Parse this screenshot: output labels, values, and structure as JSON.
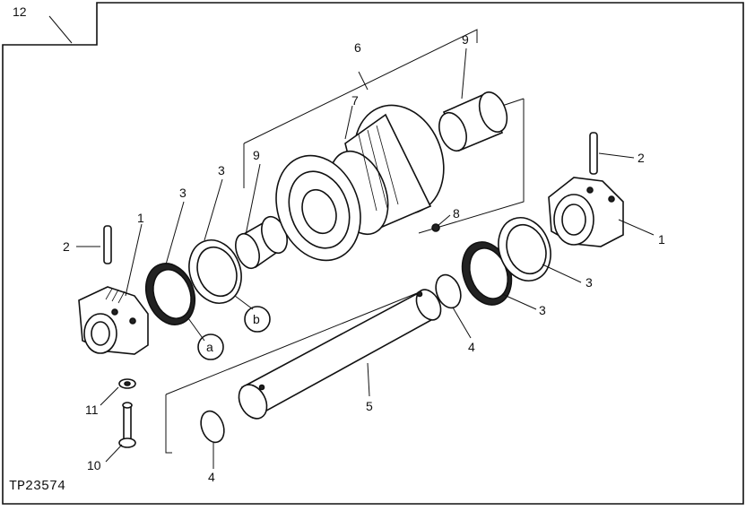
{
  "figure_id": "TP23574",
  "sheet_number": "12",
  "callouts": [
    "1",
    "1",
    "2",
    "2",
    "3",
    "3",
    "3",
    "3",
    "4",
    "4",
    "5",
    "6",
    "7",
    "8",
    "9",
    "9",
    "10",
    "11"
  ],
  "symbols": {
    "a": "a",
    "b": "b"
  }
}
